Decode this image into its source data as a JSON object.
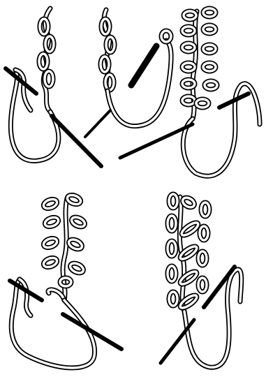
{
  "figure": {
    "panels": [
      "chain-stitch-needle-entry",
      "chain-stitch-loop-formed",
      "chain-stitch-variation-1",
      "chain-stitch-variation-2",
      "chain-stitch-variation-3"
    ],
    "colors": {
      "ink": "#000000",
      "paper": "#ffffff"
    }
  }
}
